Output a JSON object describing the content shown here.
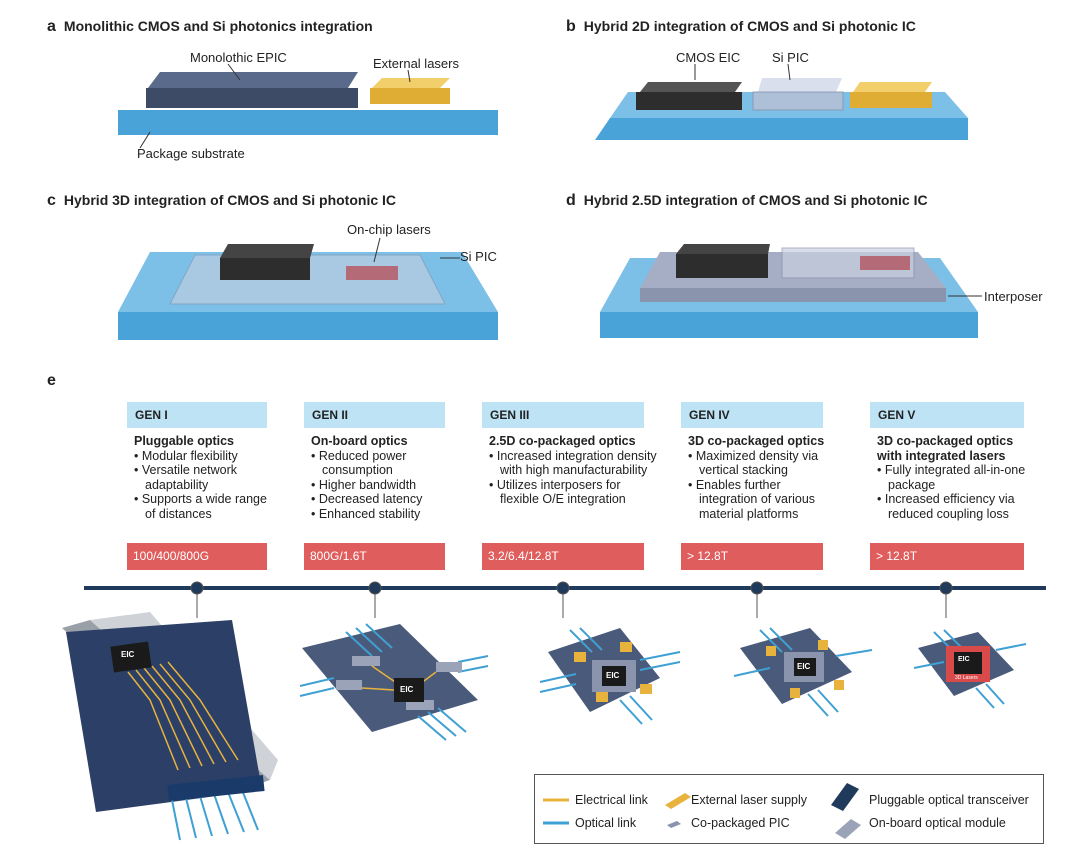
{
  "panels": {
    "a": {
      "letter": "a",
      "title": "Monolithic CMOS and Si photonics integration",
      "labels": {
        "epic": "Monolothic EPIC",
        "lasers": "External lasers",
        "substrate": "Package substrate"
      }
    },
    "b": {
      "letter": "b",
      "title": "Hybrid 2D integration of CMOS and Si photonic IC",
      "labels": {
        "eic": "CMOS EIC",
        "pic": "Si PIC"
      }
    },
    "c": {
      "letter": "c",
      "title": "Hybrid 3D integration of CMOS and Si photonic IC",
      "labels": {
        "lasers": "On-chip lasers",
        "pic": "Si PIC"
      }
    },
    "d": {
      "letter": "d",
      "title": "Hybrid 2.5D integration of CMOS and Si photonic IC",
      "labels": {
        "interposer": "Interposer"
      }
    },
    "e": {
      "letter": "e"
    }
  },
  "generations": [
    {
      "gen": "GEN I",
      "title": "Pluggable optics",
      "bullets": [
        "• Modular flexibility",
        "• Versatile network adaptability",
        "• Supports a wide range of distances"
      ],
      "rate": "100/400/800G",
      "chip_label": "EIC"
    },
    {
      "gen": "GEN II",
      "title": "On-board optics",
      "bullets": [
        "• Reduced power consumption",
        "• Higher bandwidth",
        "• Decreased latency",
        "• Enhanced stability"
      ],
      "rate": "800G/1.6T",
      "chip_label": "EIC"
    },
    {
      "gen": "GEN III",
      "title": "2.5D co-packaged optics",
      "bullets": [
        "• Increased integration density with high manufacturability",
        "• Utilizes interposers for flexible O/E integration"
      ],
      "rate": "3.2/6.4/12.8T",
      "chip_label": "EIC"
    },
    {
      "gen": "GEN IV",
      "title": "3D co-packaged optics",
      "bullets": [
        "• Maximized density via vertical stacking",
        "• Enables further integration of various material platforms"
      ],
      "rate": "> 12.8T",
      "chip_label": "EIC"
    },
    {
      "gen": "GEN V",
      "title": "3D co-packaged optics with integrated lasers",
      "bullets": [
        "• Fully integrated all-in-one package",
        "• Increased efficiency via reduced coupling loss"
      ],
      "rate": "> 12.8T",
      "chip_label": "EIC",
      "sub_label": "3D Lasers"
    }
  ],
  "legend": {
    "electrical": "Electrical link",
    "optical": "Optical link",
    "external_laser": "External laser supply",
    "copackaged_pic": "Co-packaged PIC",
    "pluggable": "Pluggable optical transceiver",
    "onboard": "On-board optical module"
  },
  "colors": {
    "substrate": "#4aa3d8",
    "eic": "#2d2d2d",
    "pic": "#b7c1d6",
    "laser": "#e8b33c",
    "onchip_laser": "#b56a78",
    "rate": "#e05d5d",
    "gen_header": "#bde3f5",
    "timeline": "#1f3a5a",
    "electrical_link": "#e8b33c",
    "optical_link": "#3fa0d4"
  }
}
